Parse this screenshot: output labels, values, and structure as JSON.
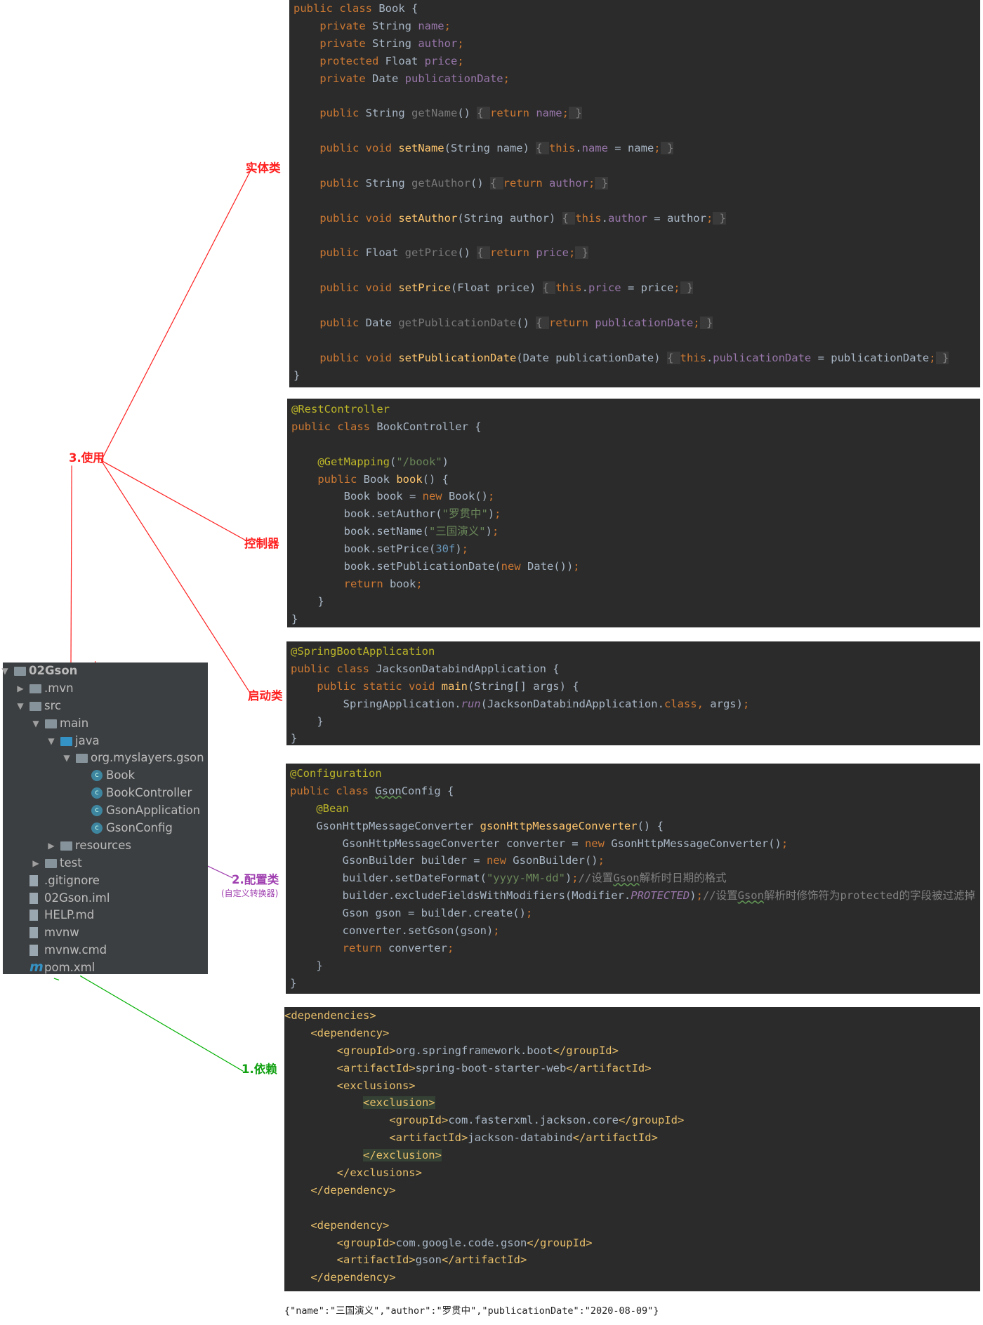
{
  "annotations": {
    "entity": "实体类",
    "usage": "3.使用",
    "controller": "控制器",
    "bootstrap": "启动类",
    "config": "2.配置类",
    "config_sub": "(自定义转换器)",
    "dependency": "1.依赖"
  },
  "colors": {
    "code_bg": "#2b2b2b",
    "tree_bg": "#3c3f41",
    "red": "#ff0000",
    "purple": "#a040b0",
    "green": "#00b000"
  },
  "tree": {
    "items": [
      {
        "label": "02Gson",
        "icon": "module-folder-icon",
        "arrow": "expanded"
      },
      {
        "label": ".mvn",
        "icon": "folder-icon",
        "arrow": "collapsed"
      },
      {
        "label": "src",
        "icon": "folder-icon",
        "arrow": "expanded"
      },
      {
        "label": "main",
        "icon": "folder-icon",
        "arrow": "expanded"
      },
      {
        "label": "java",
        "icon": "source-folder-icon",
        "arrow": "expanded"
      },
      {
        "label": "org.myslayers.gson",
        "icon": "package-icon",
        "arrow": "expanded"
      },
      {
        "label": "Book",
        "icon": "class-icon"
      },
      {
        "label": "BookController",
        "icon": "class-icon"
      },
      {
        "label": "GsonApplication",
        "icon": "spring-app-class-icon"
      },
      {
        "label": "GsonConfig",
        "icon": "class-icon"
      },
      {
        "label": "resources",
        "icon": "resources-folder-icon",
        "arrow": "collapsed"
      },
      {
        "label": "test",
        "icon": "folder-icon",
        "arrow": "collapsed"
      },
      {
        "label": ".gitignore",
        "icon": "gitignore-file-icon"
      },
      {
        "label": "02Gson.iml",
        "icon": "iml-file-icon"
      },
      {
        "label": "HELP.md",
        "icon": "markdown-file-icon"
      },
      {
        "label": "mvnw",
        "icon": "shell-file-icon"
      },
      {
        "label": "mvnw.cmd",
        "icon": "text-file-icon"
      },
      {
        "label": "pom.xml",
        "icon": "maven-icon"
      }
    ]
  },
  "code_blocks": {
    "book": [
      [
        [
          "k",
          "public class "
        ],
        [
          "d",
          "Book {"
        ]
      ],
      [
        [
          "d",
          "    "
        ],
        [
          "k",
          "private "
        ],
        [
          "d",
          "String "
        ],
        [
          "f",
          "name"
        ],
        [
          "k",
          ";"
        ]
      ],
      [
        [
          "d",
          "    "
        ],
        [
          "k",
          "private "
        ],
        [
          "d",
          "String "
        ],
        [
          "f",
          "author"
        ],
        [
          "k",
          ";"
        ]
      ],
      [
        [
          "d",
          "    "
        ],
        [
          "k",
          "protected "
        ],
        [
          "d",
          "Float "
        ],
        [
          "f",
          "price"
        ],
        [
          "k",
          ";"
        ]
      ],
      [
        [
          "d",
          "    "
        ],
        [
          "k",
          "private "
        ],
        [
          "d",
          "Date "
        ],
        [
          "f",
          "publicationDate"
        ],
        [
          "k",
          ";"
        ]
      ],
      [],
      [
        [
          "d",
          "    "
        ],
        [
          "k",
          "public "
        ],
        [
          "d",
          "String "
        ],
        [
          "g",
          "getName"
        ],
        [
          "d",
          "() "
        ],
        [
          "b",
          "{ "
        ],
        [
          "k",
          "return "
        ],
        [
          "f",
          "name"
        ],
        [
          "k",
          ";"
        ],
        [
          "b",
          " }"
        ]
      ],
      [],
      [
        [
          "d",
          "    "
        ],
        [
          "k",
          "public void "
        ],
        [
          "m",
          "setName"
        ],
        [
          "d",
          "(String name) "
        ],
        [
          "b",
          "{ "
        ],
        [
          "k",
          "this"
        ],
        [
          "d",
          "."
        ],
        [
          "f",
          "name"
        ],
        [
          "d",
          " = name"
        ],
        [
          "k",
          ";"
        ],
        [
          "b",
          " }"
        ]
      ],
      [],
      [
        [
          "d",
          "    "
        ],
        [
          "k",
          "public "
        ],
        [
          "d",
          "String "
        ],
        [
          "g",
          "getAuthor"
        ],
        [
          "d",
          "() "
        ],
        [
          "b",
          "{ "
        ],
        [
          "k",
          "return "
        ],
        [
          "f",
          "author"
        ],
        [
          "k",
          ";"
        ],
        [
          "b",
          " }"
        ]
      ],
      [],
      [
        [
          "d",
          "    "
        ],
        [
          "k",
          "public void "
        ],
        [
          "m",
          "setAuthor"
        ],
        [
          "d",
          "(String author) "
        ],
        [
          "b",
          "{ "
        ],
        [
          "k",
          "this"
        ],
        [
          "d",
          "."
        ],
        [
          "f",
          "author"
        ],
        [
          "d",
          " = author"
        ],
        [
          "k",
          ";"
        ],
        [
          "b",
          " }"
        ]
      ],
      [],
      [
        [
          "d",
          "    "
        ],
        [
          "k",
          "public "
        ],
        [
          "d",
          "Float "
        ],
        [
          "g",
          "getPrice"
        ],
        [
          "d",
          "() "
        ],
        [
          "b",
          "{ "
        ],
        [
          "k",
          "return "
        ],
        [
          "f",
          "price"
        ],
        [
          "k",
          ";"
        ],
        [
          "b",
          " }"
        ]
      ],
      [],
      [
        [
          "d",
          "    "
        ],
        [
          "k",
          "public void "
        ],
        [
          "m",
          "setPrice"
        ],
        [
          "d",
          "(Float price) "
        ],
        [
          "b",
          "{ "
        ],
        [
          "k",
          "this"
        ],
        [
          "d",
          "."
        ],
        [
          "f",
          "price"
        ],
        [
          "d",
          " = price"
        ],
        [
          "k",
          ";"
        ],
        [
          "b",
          " }"
        ]
      ],
      [],
      [
        [
          "d",
          "    "
        ],
        [
          "k",
          "public "
        ],
        [
          "d",
          "Date "
        ],
        [
          "g",
          "getPublicationDate"
        ],
        [
          "d",
          "() "
        ],
        [
          "b",
          "{ "
        ],
        [
          "k",
          "return "
        ],
        [
          "f",
          "publicationDate"
        ],
        [
          "k",
          ";"
        ],
        [
          "b",
          " }"
        ]
      ],
      [],
      [
        [
          "d",
          "    "
        ],
        [
          "k",
          "public void "
        ],
        [
          "m",
          "setPublicationDate"
        ],
        [
          "d",
          "(Date publicationDate) "
        ],
        [
          "b",
          "{ "
        ],
        [
          "k",
          "this"
        ],
        [
          "d",
          "."
        ],
        [
          "f",
          "publicationDate"
        ],
        [
          "d",
          " = publicationDate"
        ],
        [
          "k",
          ";"
        ],
        [
          "b",
          " }"
        ]
      ],
      [
        [
          "d",
          "}"
        ]
      ]
    ],
    "controller": [
      [
        [
          "a",
          "@RestController"
        ]
      ],
      [
        [
          "k",
          "public class "
        ],
        [
          "d",
          "BookController {"
        ]
      ],
      [],
      [
        [
          "d",
          "    "
        ],
        [
          "a",
          "@GetMapping"
        ],
        [
          "d",
          "("
        ],
        [
          "s",
          "\"/book\""
        ],
        [
          "d",
          ")"
        ]
      ],
      [
        [
          "d",
          "    "
        ],
        [
          "k",
          "public "
        ],
        [
          "d",
          "Book "
        ],
        [
          "m",
          "book"
        ],
        [
          "d",
          "() {"
        ]
      ],
      [
        [
          "d",
          "        Book book = "
        ],
        [
          "k",
          "new "
        ],
        [
          "d",
          "Book()"
        ],
        [
          "k",
          ";"
        ]
      ],
      [
        [
          "d",
          "        book.setAuthor("
        ],
        [
          "s",
          "\"罗贯中\""
        ],
        [
          "d",
          ")"
        ],
        [
          "k",
          ";"
        ]
      ],
      [
        [
          "d",
          "        book.setName("
        ],
        [
          "s",
          "\"三国演义\""
        ],
        [
          "d",
          ")"
        ],
        [
          "k",
          ";"
        ]
      ],
      [
        [
          "d",
          "        book.setPrice("
        ],
        [
          "n",
          "30f"
        ],
        [
          "d",
          ")"
        ],
        [
          "k",
          ";"
        ]
      ],
      [
        [
          "d",
          "        book.setPublicationDate("
        ],
        [
          "k",
          "new "
        ],
        [
          "d",
          "Date())"
        ],
        [
          "k",
          ";"
        ]
      ],
      [
        [
          "d",
          "        "
        ],
        [
          "k",
          "return "
        ],
        [
          "d",
          "book"
        ],
        [
          "k",
          ";"
        ]
      ],
      [
        [
          "d",
          "    }"
        ]
      ],
      [
        [
          "d",
          "}"
        ]
      ]
    ],
    "application": [
      [
        [
          "a",
          "@SpringBootApplication"
        ]
      ],
      [
        [
          "k",
          "public class "
        ],
        [
          "d",
          "JacksonDatabindApplication {"
        ]
      ],
      [
        [
          "d",
          "    "
        ],
        [
          "k",
          "public static void "
        ],
        [
          "m",
          "main"
        ],
        [
          "d",
          "(String[] args) {"
        ]
      ],
      [
        [
          "d",
          "        SpringApplication."
        ],
        [
          "i",
          "run"
        ],
        [
          "d",
          "(JacksonDatabindApplication."
        ],
        [
          "k",
          "class"
        ],
        [
          "k",
          ", "
        ],
        [
          "d",
          "args)"
        ],
        [
          "k",
          ";"
        ]
      ],
      [
        [
          "d",
          "    }"
        ]
      ],
      [
        [
          "d",
          "}"
        ]
      ]
    ],
    "config": [
      [
        [
          "a",
          "@Configuration"
        ]
      ],
      [
        [
          "k",
          "public class "
        ],
        [
          "w",
          "Gson"
        ],
        [
          "d",
          "Config {"
        ]
      ],
      [
        [
          "d",
          "    "
        ],
        [
          "a",
          "@Bean"
        ]
      ],
      [
        [
          "d",
          "    GsonHttpMessageConverter "
        ],
        [
          "m",
          "gsonHttpMessageConverter"
        ],
        [
          "d",
          "() {"
        ]
      ],
      [
        [
          "d",
          "        GsonHttpMessageConverter converter = "
        ],
        [
          "k",
          "new "
        ],
        [
          "d",
          "GsonHttpMessageConverter()"
        ],
        [
          "k",
          ";"
        ]
      ],
      [
        [
          "d",
          "        GsonBuilder builder = "
        ],
        [
          "k",
          "new "
        ],
        [
          "d",
          "GsonBuilder()"
        ],
        [
          "k",
          ";"
        ]
      ],
      [
        [
          "d",
          "        builder.setDateFormat("
        ],
        [
          "s",
          "\"yyyy-MM-dd\""
        ],
        [
          "d",
          ")"
        ],
        [
          "k",
          ";"
        ],
        [
          "c",
          "//设置"
        ],
        [
          "cw",
          "Gson"
        ],
        [
          "c",
          "解析时日期的格式"
        ]
      ],
      [
        [
          "d",
          "        builder.excludeFieldsWithModifiers(Modifier."
        ],
        [
          "i",
          "PROTECTED"
        ],
        [
          "d",
          ")"
        ],
        [
          "k",
          ";"
        ],
        [
          "c",
          "//设置"
        ],
        [
          "cw",
          "Gson"
        ],
        [
          "c",
          "解析时修饰符为protected的字段被过滤掉"
        ]
      ],
      [
        [
          "d",
          "        Gson gson = builder.create()"
        ],
        [
          "k",
          ";"
        ]
      ],
      [
        [
          "d",
          "        converter.setGson(gson)"
        ],
        [
          "k",
          ";"
        ]
      ],
      [
        [
          "d",
          "        "
        ],
        [
          "k",
          "return "
        ],
        [
          "d",
          "converter"
        ],
        [
          "k",
          ";"
        ]
      ],
      [
        [
          "d",
          "    }"
        ]
      ],
      [
        [
          "d",
          "}"
        ]
      ]
    ],
    "pom": [
      [
        [
          "t",
          "<dependencies>"
        ]
      ],
      [
        [
          "d",
          "    "
        ],
        [
          "t",
          "<dependency>"
        ]
      ],
      [
        [
          "d",
          "        "
        ],
        [
          "t",
          "<groupId>"
        ],
        [
          "d",
          "org.springframework.boot"
        ],
        [
          "t",
          "</groupId>"
        ]
      ],
      [
        [
          "d",
          "        "
        ],
        [
          "t",
          "<artifactId>"
        ],
        [
          "d",
          "spring-boot-starter-web"
        ],
        [
          "t",
          "</artifactId>"
        ]
      ],
      [
        [
          "d",
          "        "
        ],
        [
          "t",
          "<exclusions>"
        ]
      ],
      [
        [
          "d",
          "            "
        ],
        [
          "tb",
          "<exclusion>"
        ]
      ],
      [
        [
          "d",
          "                "
        ],
        [
          "t",
          "<groupId>"
        ],
        [
          "d",
          "com.fasterxml.jackson.core"
        ],
        [
          "t",
          "</groupId>"
        ]
      ],
      [
        [
          "d",
          "                "
        ],
        [
          "t",
          "<artifactId>"
        ],
        [
          "d",
          "jackson-databind"
        ],
        [
          "t",
          "</artifactId>"
        ]
      ],
      [
        [
          "d",
          "            "
        ],
        [
          "tb",
          "</exclusion>"
        ]
      ],
      [
        [
          "d",
          "        "
        ],
        [
          "t",
          "</exclusions>"
        ]
      ],
      [
        [
          "d",
          "    "
        ],
        [
          "t",
          "</dependency>"
        ]
      ],
      [],
      [
        [
          "d",
          "    "
        ],
        [
          "t",
          "<dependency>"
        ]
      ],
      [
        [
          "d",
          "        "
        ],
        [
          "t",
          "<groupId>"
        ],
        [
          "d",
          "com.google.code.gson"
        ],
        [
          "t",
          "</groupId>"
        ]
      ],
      [
        [
          "d",
          "        "
        ],
        [
          "t",
          "<artifactId>"
        ],
        [
          "d",
          "gson"
        ],
        [
          "t",
          "</artifactId>"
        ]
      ],
      [
        [
          "d",
          "    "
        ],
        [
          "t",
          "</dependency>"
        ]
      ]
    ]
  },
  "response_output": "{\"name\":\"三国演义\",\"author\":\"罗贯中\",\"publicationDate\":\"2020-08-09\"}"
}
